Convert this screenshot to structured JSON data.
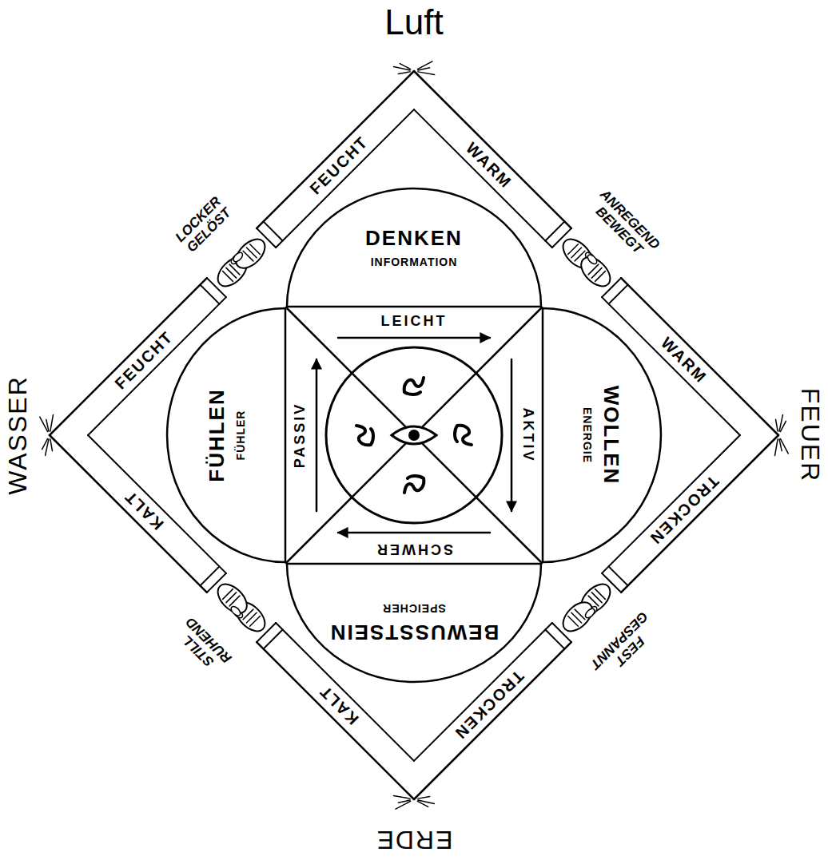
{
  "diagram": {
    "nodes": [
      {
        "text": [
          "DENKEN",
          "INFORMATION"
        ]
      },
      {
        "text": [
          "WOLLEN",
          "ENERGIE"
        ]
      },
      {
        "text": [
          "BEWUSSTSEIN",
          "SPEICHER"
        ]
      },
      {
        "text": [
          "FÜHLEN",
          "FÜHLER"
        ]
      }
    ],
    "labels": [
      "Luft",
      "LOCKER GELÖST",
      "FEUCHT",
      "WARM",
      "ANREGEND BEWEGT",
      "LEICHT",
      "FEUCHT",
      "PASSIV",
      "AKTIV",
      "WARM",
      "WASSER",
      "FEUER",
      "KALT",
      "TROCKEN",
      "SCHWER",
      "STILL RUHEND",
      "FEST GESPANNT",
      "KALT",
      "TROCKEN",
      "ERDE"
    ]
  }
}
